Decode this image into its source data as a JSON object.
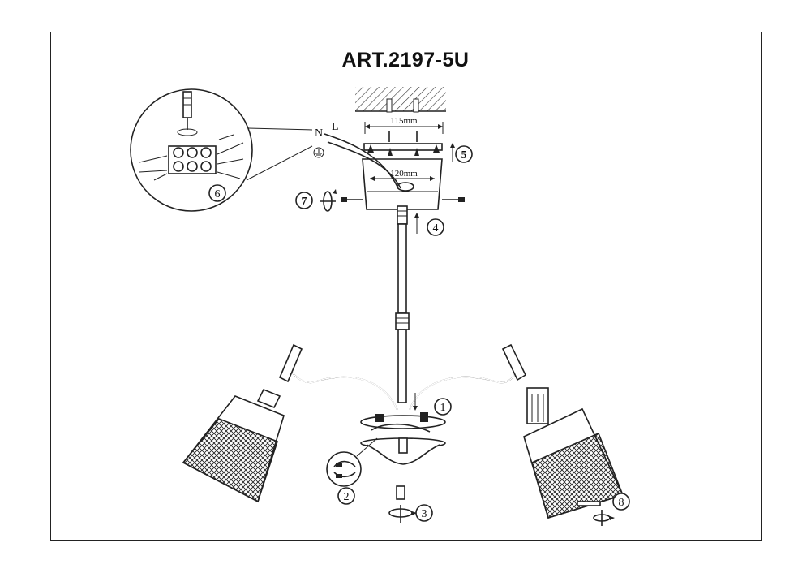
{
  "title": "ART.2197-5U",
  "dimensions": {
    "top_width": "115mm",
    "bottom_width": "120mm"
  },
  "wire_labels": {
    "neutral": "N",
    "live": "L"
  },
  "steps": [
    "1",
    "2",
    "3",
    "4",
    "5",
    "6",
    "7",
    "8"
  ],
  "icons": [
    "screwdriver-icon",
    "ground-symbol-icon",
    "rotate-arrow-icon"
  ]
}
